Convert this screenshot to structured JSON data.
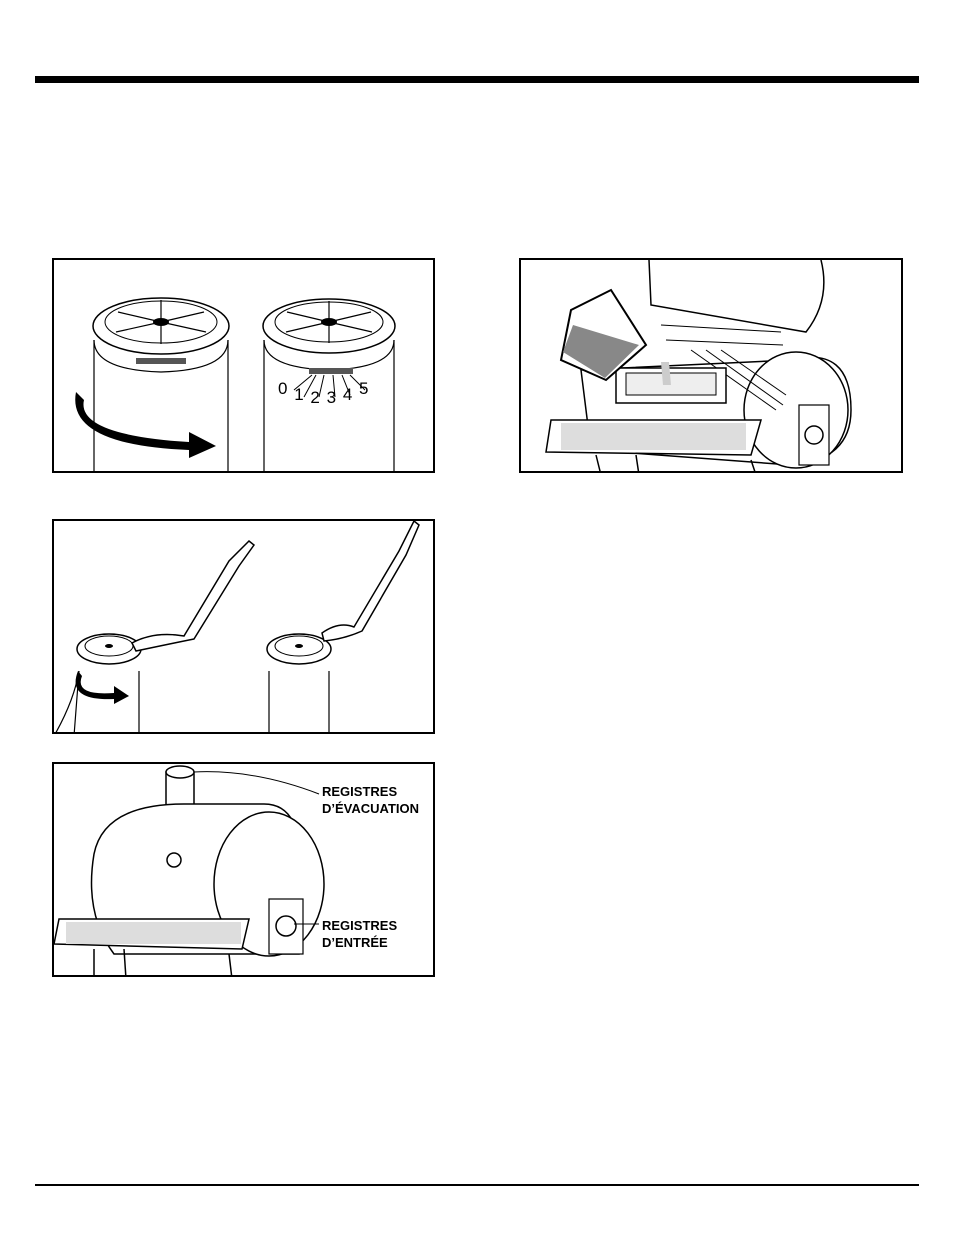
{
  "figures": {
    "damper_positions": {
      "numbers": [
        "0",
        "1",
        "2",
        "3",
        "4",
        "5"
      ]
    },
    "smoker_dampers": {
      "exhaust_label": [
        "REGISTRES",
        "D’ÉVACUATION"
      ],
      "intake_label": [
        "REGISTRES",
        "D’ENTRÉE"
      ]
    }
  }
}
